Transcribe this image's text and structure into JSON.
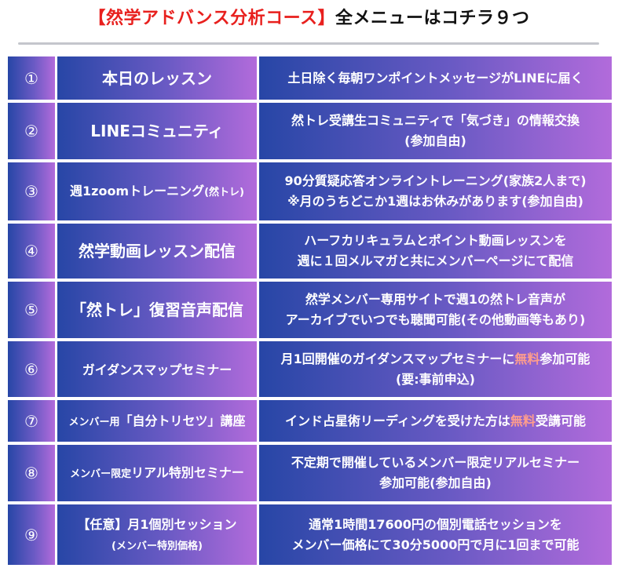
{
  "header": {
    "title_red": "【然学アドバンス分析コース】",
    "title_black": "全メニューはコチラ９つ"
  },
  "rows": [
    {
      "num": "①",
      "label": [
        [
          {
            "t": "本日のレッスン",
            "s": ""
          }
        ]
      ],
      "desc": [
        [
          {
            "t": "土日除く毎朝ワンポイントメッセージがLINEに届く"
          }
        ]
      ],
      "h": 55
    },
    {
      "num": "②",
      "label": [
        [
          {
            "t": "LINEコミュニティ",
            "s": ""
          }
        ]
      ],
      "desc": [
        [
          {
            "t": "然トレ受講生コミュニティで「気づき」の情報交換"
          }
        ],
        [
          {
            "t": "(参加自由)"
          }
        ]
      ],
      "h": 72
    },
    {
      "num": "③",
      "label": [
        [
          {
            "t": "週1zoomトレーニング",
            "s": "md"
          },
          {
            "t": "(然トレ)",
            "s": "sm"
          }
        ]
      ],
      "desc": [
        [
          {
            "t": "90分質疑応答オンライントレーニング(家族2人まで)"
          }
        ],
        [
          {
            "t": "※月のうちどこか1週はお休みがあります(参加自由)"
          }
        ]
      ],
      "h": 74
    },
    {
      "num": "④",
      "label": [
        [
          {
            "t": "然学動画レッスン配信",
            "s": ""
          }
        ]
      ],
      "desc": [
        [
          {
            "t": "ハーフカリキュラムとポイント動画レッスンを"
          }
        ],
        [
          {
            "t": "週に１回メルマガと共にメンバーページにて配信"
          }
        ]
      ],
      "h": 70
    },
    {
      "num": "⑤",
      "label": [
        [
          {
            "t": "「然トレ」復習音声配信",
            "s": ""
          }
        ]
      ],
      "desc": [
        [
          {
            "t": "然学メンバー専用サイトで週1の然トレ音声が"
          }
        ],
        [
          {
            "t": "アーカイブでいつでも聴聞可能(その他動画等もあり)"
          }
        ]
      ],
      "h": 72
    },
    {
      "num": "⑥",
      "label": [
        [
          {
            "t": "ガイダンスマップセミナー",
            "s": "md"
          }
        ]
      ],
      "desc": [
        [
          {
            "t": "月1回開催のガイダンスマップセミナーに"
          },
          {
            "t": "無料",
            "free": true
          },
          {
            "t": "参加可能"
          }
        ],
        [
          {
            "t": "(要:事前申込)"
          }
        ]
      ],
      "h": 71
    },
    {
      "num": "⑦",
      "label": [
        [
          {
            "t": "メンバー用",
            "s": "sm"
          },
          {
            "t": "「自分トリセツ」講座",
            "s": "md"
          }
        ]
      ],
      "desc": [
        [
          {
            "t": "インド占星術リーディングを受けた方は"
          },
          {
            "t": "無料",
            "free": true
          },
          {
            "t": "受講可能"
          }
        ]
      ],
      "h": 53
    },
    {
      "num": "⑧",
      "label": [
        [
          {
            "t": "メンバー限定",
            "s": "sm"
          },
          {
            "t": "リアル特別セミナー",
            "s": "md"
          }
        ]
      ],
      "desc": [
        [
          {
            "t": "不定期で開催しているメンバー限定リアルセミナー"
          }
        ],
        [
          {
            "t": "参加可能(参加自由)"
          }
        ]
      ],
      "h": 72
    },
    {
      "num": "⑨",
      "label": [
        [
          {
            "t": "【任意】月1個別セッション",
            "s": "md"
          }
        ],
        [
          {
            "t": "(メンバー特別価格)",
            "s": "sm"
          }
        ]
      ],
      "desc": [
        [
          {
            "t": "通常1時間17600円の個別電話セッションを"
          }
        ],
        [
          {
            "t": "メンバー価格にて30分5000円で月に1回まで可能"
          }
        ]
      ],
      "h": 77
    }
  ]
}
